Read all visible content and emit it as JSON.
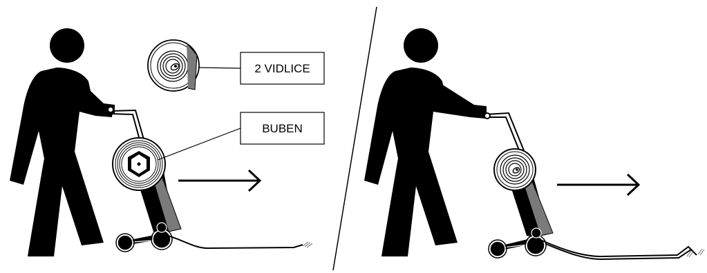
{
  "labels": {
    "forks": "2 VIDLICE",
    "drum": "BUBEN"
  },
  "colors": {
    "ink": "#000000",
    "background": "#ffffff",
    "machine_gray": "#7a7a7a"
  },
  "icons": [
    "person-silhouette",
    "cable-drum-cart",
    "motion-arrow",
    "zoom-detail-circle",
    "cable-end-connector"
  ]
}
